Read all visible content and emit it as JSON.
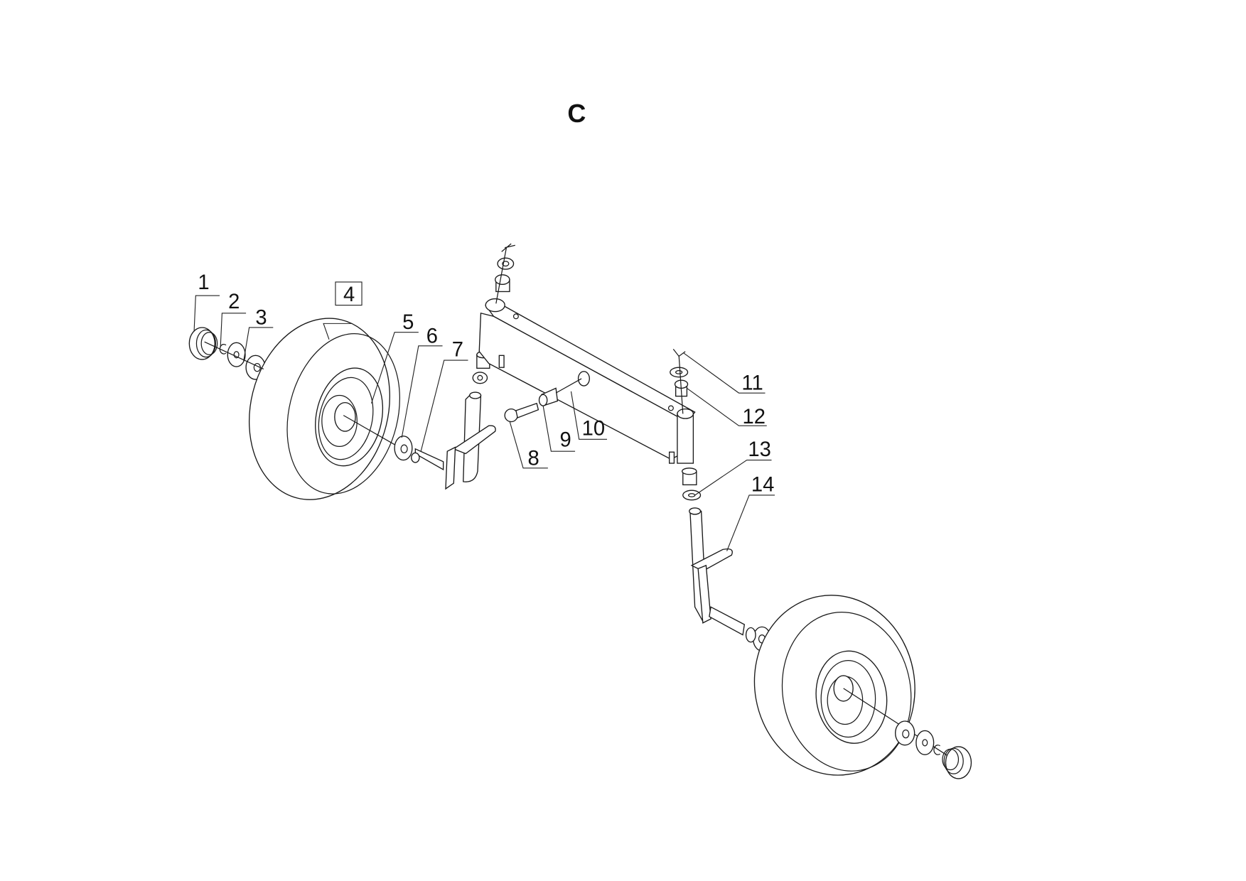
{
  "diagram": {
    "title": "C",
    "callouts": [
      {
        "number": "1"
      },
      {
        "number": "2"
      },
      {
        "number": "3"
      },
      {
        "number": "4",
        "boxed": true
      },
      {
        "number": "5"
      },
      {
        "number": "6"
      },
      {
        "number": "7"
      },
      {
        "number": "8"
      },
      {
        "number": "9"
      },
      {
        "number": "10"
      },
      {
        "number": "11"
      },
      {
        "number": "12"
      },
      {
        "number": "13"
      },
      {
        "number": "14"
      }
    ]
  }
}
